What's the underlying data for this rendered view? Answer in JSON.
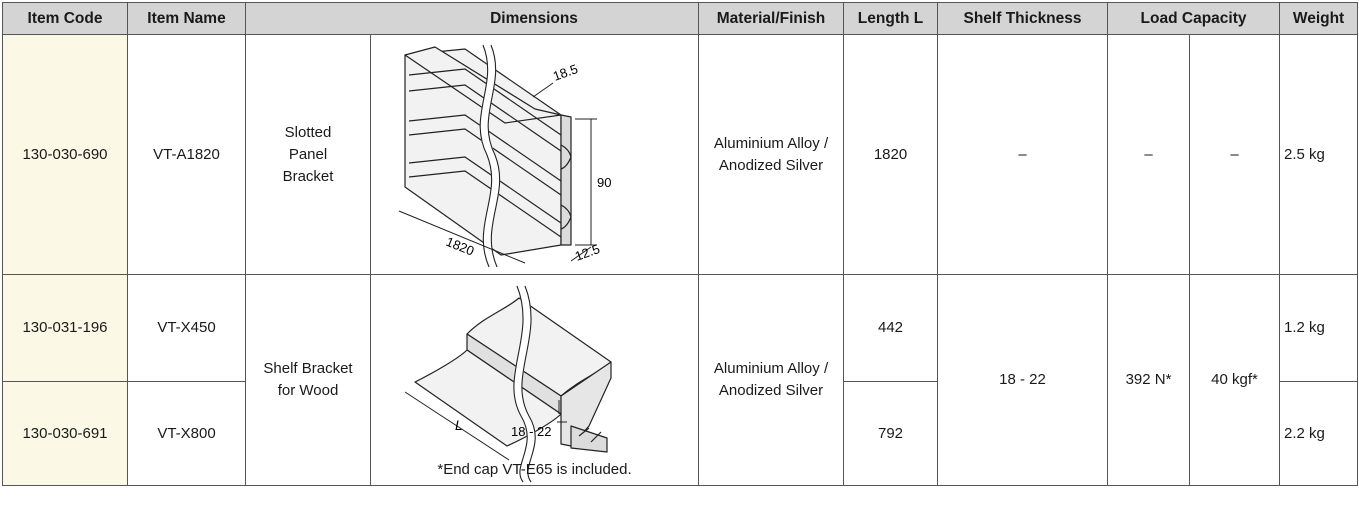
{
  "headers": {
    "item_code": "Item Code",
    "item_name": "Item Name",
    "dimensions": "Dimensions",
    "material": "Material/Finish",
    "length": "Length L",
    "shelf_thickness": "Shelf Thickness",
    "load_capacity": "Load Capacity",
    "weight": "Weight"
  },
  "rows": [
    {
      "item_code": "130-030-690",
      "item_name": "VT-A1820",
      "description": "Slotted Panel Bracket",
      "material": "Aluminium Alloy / Anodized Silver",
      "length": "1820",
      "shelf_thickness": "–",
      "load_n": "–",
      "load_kgf": "–",
      "weight": "2.5 kg",
      "dims": {
        "d1": "18.5",
        "d2": "90",
        "d3": "1820",
        "d4": "12.5"
      }
    },
    {
      "item_code": "130-031-196",
      "item_name": "VT-X450",
      "length": "442",
      "weight": "1.2 kg"
    },
    {
      "item_code": "130-030-691",
      "item_name": "VT-X800",
      "length": "792",
      "weight": "2.2 kg"
    }
  ],
  "group2": {
    "description": "Shelf Bracket for Wood",
    "material": "Aluminium Alloy / Anodized Silver",
    "shelf_thickness": "18 - 22",
    "load_n": "392 N*",
    "load_kgf": "40 kgf*",
    "dims": {
      "gap": "18 - 22",
      "length": "L"
    },
    "note": "*End cap VT-E65 is included."
  }
}
